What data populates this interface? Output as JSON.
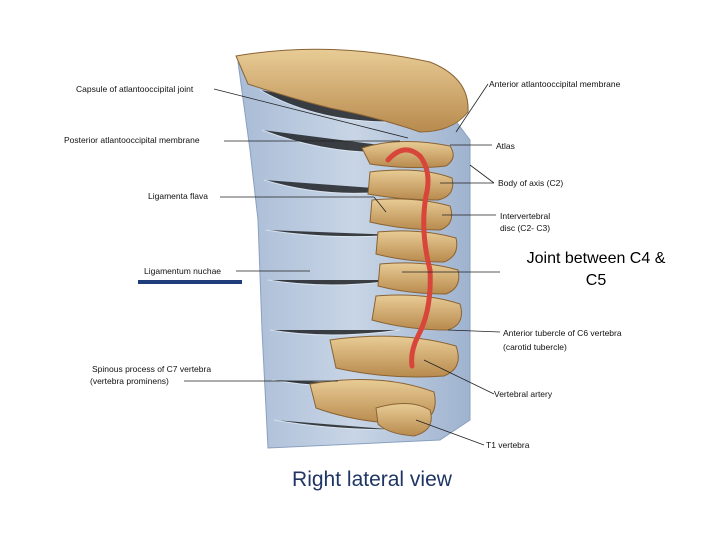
{
  "labels": {
    "capsule": "Capsule of atlantooccipital joint",
    "anterior_membrane": "Anterior atlantooccipital membrane",
    "posterior_membrane": "Posterior atlantooccipital membrane",
    "atlas": "Atlas",
    "body_axis": "Body of axis (C2)",
    "ligamenta_flava": "Ligamenta flava",
    "disc_line1": "Intervertebral",
    "disc_line2": "disc (C2- C3)",
    "joint_line1": "Joint between C4 &",
    "joint_line2": "C5",
    "ligamentum_nuchae": "Ligamentum nuchae",
    "tubercle_line1": "Anterior tubercle of C6 vertebra",
    "tubercle_line2": "(carotid tubercle)",
    "spinous_line1": "Spinous process of C7 vertebra",
    "spinous_line2": "(vertebra prominens)",
    "vertebral_artery": "Vertebral artery",
    "t1": "T1 vertebra"
  },
  "caption": "Right lateral view",
  "colors": {
    "caption": "#1f3564",
    "ligament": "#b7c7dc",
    "bone": "#d9b57c",
    "artery": "#d8453a",
    "underline": "#1f3d7a"
  }
}
